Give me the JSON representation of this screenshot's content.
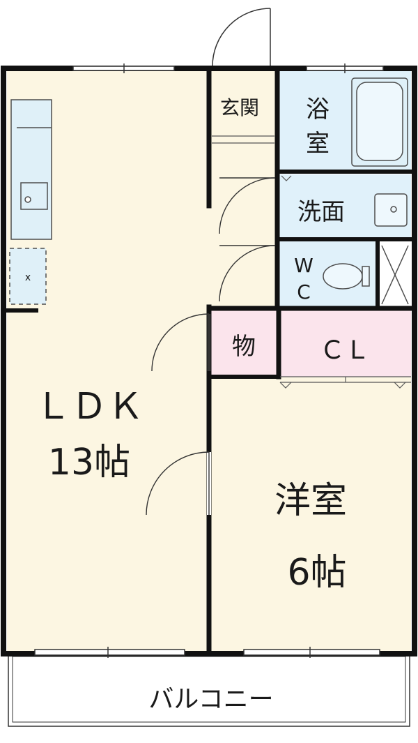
{
  "colors": {
    "living_floor": "#fcf6e2",
    "wet_floor": "#e0f1fa",
    "storage_floor": "#fbe4ec",
    "wall": "#111111",
    "fixture_stroke": "#4d4d4d"
  },
  "rooms": {
    "ldk": {
      "name": "ＬＤＫ",
      "size": "13帖"
    },
    "western": {
      "name": "洋室",
      "size": "6帖"
    },
    "entrance": {
      "name": "玄関"
    },
    "bath": {
      "name_top": "浴",
      "name_bottom": "室"
    },
    "washroom": {
      "name": "洗面"
    },
    "wc": {
      "name_top": "W",
      "name_bottom": "C"
    },
    "storage": {
      "name": "物"
    },
    "closet": {
      "name": "ＣＬ"
    },
    "balcony": {
      "name": "バルコニー"
    }
  },
  "fixtures": {
    "range_mark": "x",
    "icons": [
      "kitchen-counter-icon",
      "sink-icon",
      "refrigerator-space-icon",
      "bathtub-icon",
      "washbasin-icon",
      "toilet-icon",
      "pipe-space-icon"
    ]
  }
}
